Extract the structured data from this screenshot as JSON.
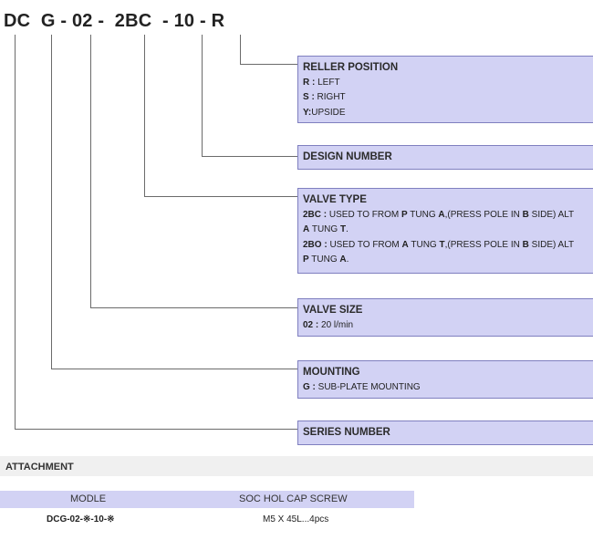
{
  "code": {
    "parts": [
      "DC",
      "G",
      "-",
      "02",
      "-",
      "2BC",
      "-",
      "10",
      "-",
      "R"
    ]
  },
  "boxes": {
    "reller": {
      "title": "RELLER POSITION",
      "items": [
        {
          "key": "R :",
          "text": " LEFT"
        },
        {
          "key": "S :",
          "text": " RIGHT"
        },
        {
          "key": "Y:",
          "text": "UPSIDE"
        }
      ]
    },
    "design": {
      "title": "DESIGN NUMBER"
    },
    "valve_type": {
      "title": "VALVE TYPE",
      "line1": {
        "key": "2BC :",
        "a": " USED TO FROM ",
        "b1": "P",
        "c": " TUNG ",
        "b2": "A",
        "d": ",(PRESS POLE IN ",
        "b3": "B",
        "e": " SIDE) ALT"
      },
      "line2": {
        "b1": "A",
        "a": " TUNG ",
        "b2": "T",
        "c": "."
      },
      "line3": {
        "key": "2BO :",
        "a": " USED TO FROM ",
        "b1": "A",
        "c": " TUNG ",
        "b2": "T",
        "d": ",(PRESS POLE IN ",
        "b3": "B",
        "e": " SIDE) ALT"
      },
      "line4": {
        "b1": "P",
        "a": " TUNG ",
        "b2": "A",
        "c": "."
      }
    },
    "valve_size": {
      "title": "VALVE SIZE",
      "key": "02 :",
      "text": " 20 l/min"
    },
    "mounting": {
      "title": "MOUNTING",
      "key": "G :",
      "text": " SUB-PLATE MOUNTING"
    },
    "series": {
      "title": "SERIES NUMBER"
    }
  },
  "attachment": {
    "title": "ATTACHMENT",
    "headers": [
      "MODLE",
      "SOC HOL CAP SCREW"
    ],
    "row": [
      "DCG-02-※-10-※",
      "M5 X 45L...4pcs"
    ]
  },
  "colors": {
    "box_fill": "#d2d2f4",
    "box_border": "#7f7fbf",
    "leader_line": "#6b6b6b"
  }
}
